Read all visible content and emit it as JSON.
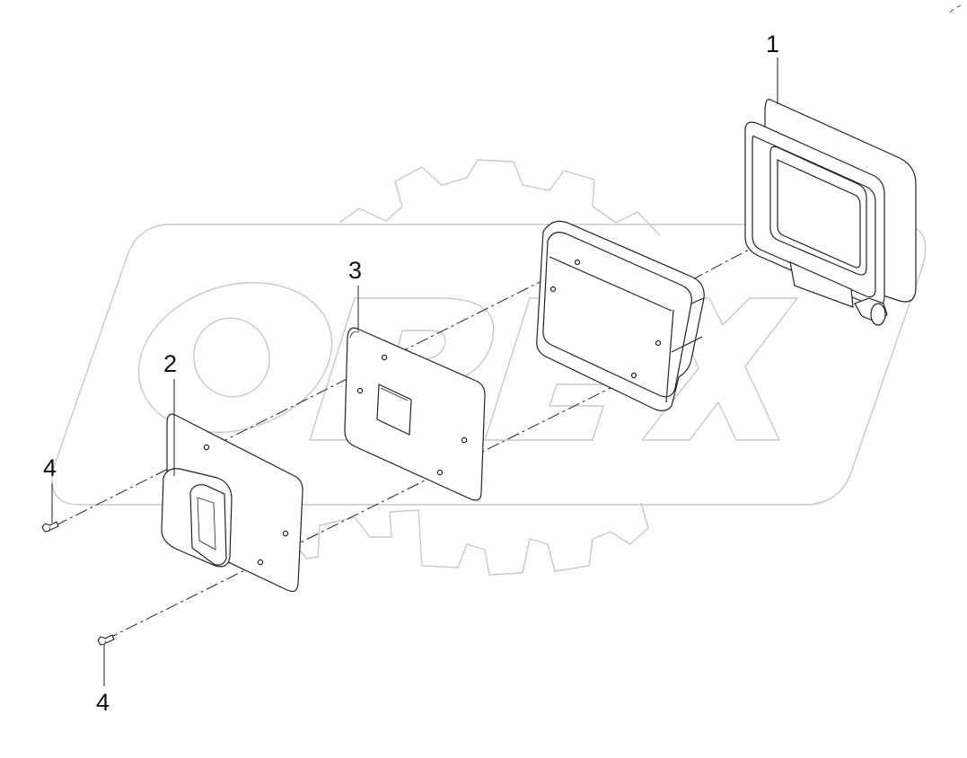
{
  "diagram": {
    "watermark_text": "OPEX",
    "callouts": {
      "part1": "1",
      "part2": "2",
      "part3": "3",
      "part4_upper": "4",
      "part4_lower": "4"
    }
  }
}
